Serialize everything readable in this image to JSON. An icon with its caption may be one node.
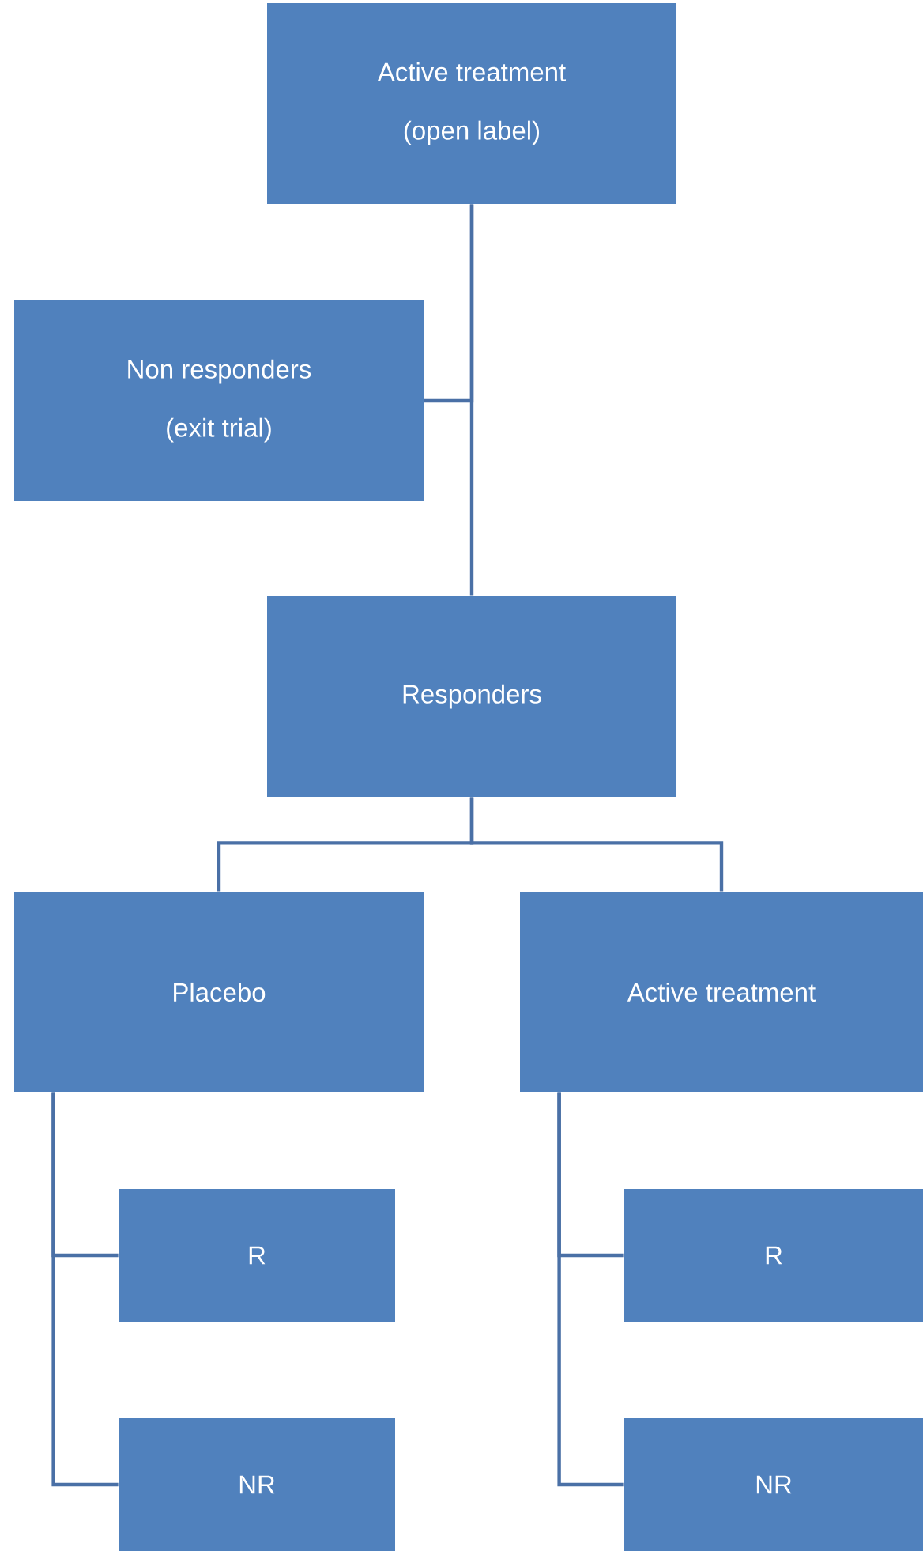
{
  "diagram": {
    "nodes": [
      {
        "text": [
          "Active treatment",
          "(open label)"
        ]
      },
      {
        "text": [
          "Non responders",
          "(exit trial)"
        ]
      },
      {
        "text": [
          "Responders"
        ]
      },
      {
        "text": [
          "Placebo"
        ]
      },
      {
        "text": [
          "Active treatment"
        ]
      },
      {
        "text": [
          "R"
        ]
      },
      {
        "text": [
          "NR"
        ]
      },
      {
        "text": [
          "R"
        ]
      },
      {
        "text": [
          "NR"
        ]
      }
    ],
    "edges": [
      {
        "from": 0,
        "to": 2,
        "arrow": "none"
      },
      {
        "from": 0,
        "to": 1,
        "arrow": "none"
      },
      {
        "from": 2,
        "to": 3,
        "arrow": "none"
      },
      {
        "from": 2,
        "to": 4,
        "arrow": "none"
      },
      {
        "from": 3,
        "to": 5,
        "arrow": "none"
      },
      {
        "from": 3,
        "to": 6,
        "arrow": "none"
      },
      {
        "from": 4,
        "to": 7,
        "arrow": "none"
      },
      {
        "from": 4,
        "to": 8,
        "arrow": "none"
      }
    ]
  }
}
